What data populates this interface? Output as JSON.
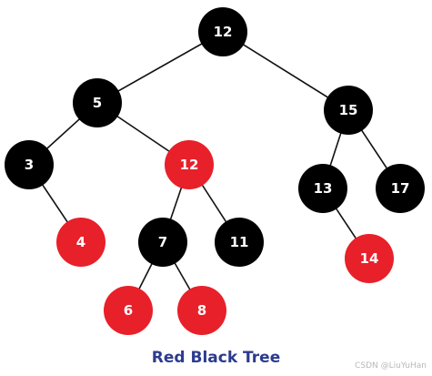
{
  "caption": "Red Black Tree",
  "watermark": "CSDN @LiuYuHan",
  "colors": {
    "black_node": "#000000",
    "red_node": "#e8202a",
    "edge": "#111111",
    "caption": "#2b3b8f",
    "label": "#ffffff"
  },
  "nodes": [
    {
      "id": "n12_root",
      "label": "12",
      "color": "black"
    },
    {
      "id": "n5",
      "label": "5",
      "color": "black"
    },
    {
      "id": "n15",
      "label": "15",
      "color": "black"
    },
    {
      "id": "n3",
      "label": "3",
      "color": "black"
    },
    {
      "id": "n12_red",
      "label": "12",
      "color": "red"
    },
    {
      "id": "n13",
      "label": "13",
      "color": "black"
    },
    {
      "id": "n17",
      "label": "17",
      "color": "black"
    },
    {
      "id": "n4",
      "label": "4",
      "color": "red"
    },
    {
      "id": "n7",
      "label": "7",
      "color": "black"
    },
    {
      "id": "n11",
      "label": "11",
      "color": "black"
    },
    {
      "id": "n14",
      "label": "14",
      "color": "red"
    },
    {
      "id": "n6",
      "label": "6",
      "color": "red"
    },
    {
      "id": "n8",
      "label": "8",
      "color": "red"
    }
  ],
  "edges": [
    {
      "from": "n12_root",
      "to": "n5"
    },
    {
      "from": "n12_root",
      "to": "n15"
    },
    {
      "from": "n5",
      "to": "n3"
    },
    {
      "from": "n5",
      "to": "n12_red"
    },
    {
      "from": "n15",
      "to": "n13"
    },
    {
      "from": "n15",
      "to": "n17"
    },
    {
      "from": "n3",
      "to": "n4"
    },
    {
      "from": "n12_red",
      "to": "n7"
    },
    {
      "from": "n12_red",
      "to": "n11"
    },
    {
      "from": "n13",
      "to": "n14"
    },
    {
      "from": "n7",
      "to": "n6"
    },
    {
      "from": "n7",
      "to": "n8"
    }
  ]
}
